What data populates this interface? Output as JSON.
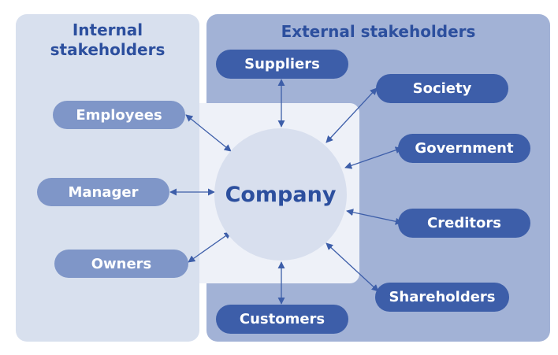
{
  "internal": {
    "title_line1": "Internal",
    "title_line2": "stakeholders",
    "items": [
      "Employees",
      "Manager",
      "Owners"
    ]
  },
  "external": {
    "title": "External stakeholders",
    "items": [
      "Suppliers",
      "Society",
      "Government",
      "Creditors",
      "Shareholders",
      "Customers"
    ]
  },
  "center": {
    "label": "Company"
  },
  "colors": {
    "internal_panel": "#d8e0ee",
    "external_panel": "#a2b2d6",
    "internal_pill": "#7f96c8",
    "external_pill": "#3d5ea9",
    "title_text": "#2c4f9e",
    "arrow": "#3d5ea9"
  }
}
